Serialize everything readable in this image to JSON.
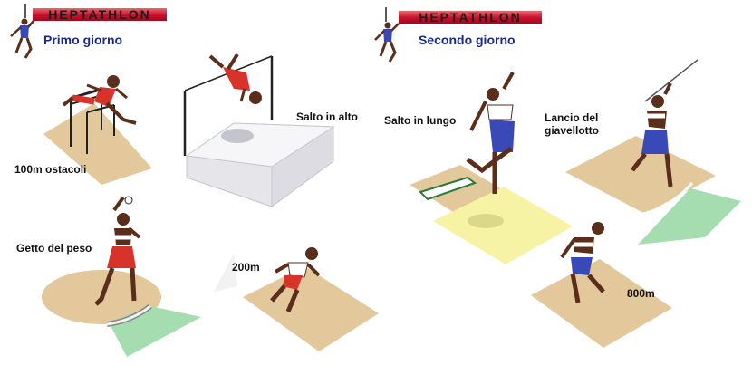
{
  "banners": [
    "HEPTATHLON",
    "HEPTATHLON"
  ],
  "days": [
    "Primo giorno",
    "Secondo giorno"
  ],
  "events": {
    "hurdles": "100m ostacoli",
    "high_jump": "Salto in alto",
    "shot_put": "Getto del peso",
    "sprint": "200m",
    "long_jump": "Salto in lungo",
    "javelin_line1": "Lancio del",
    "javelin_line2": "giavellotto",
    "run800": "800m"
  },
  "colors": {
    "banner_red": "#c8102e",
    "day_text": "#1a2a8a",
    "track": "#e2c89a",
    "mat": "#ececef",
    "sector": "#a6ddb0",
    "sandpit": "#f7f3a4",
    "skin": "#5a2e1a",
    "red_outfit": "#d8332a",
    "blue_outfit": "#3a49b8"
  }
}
